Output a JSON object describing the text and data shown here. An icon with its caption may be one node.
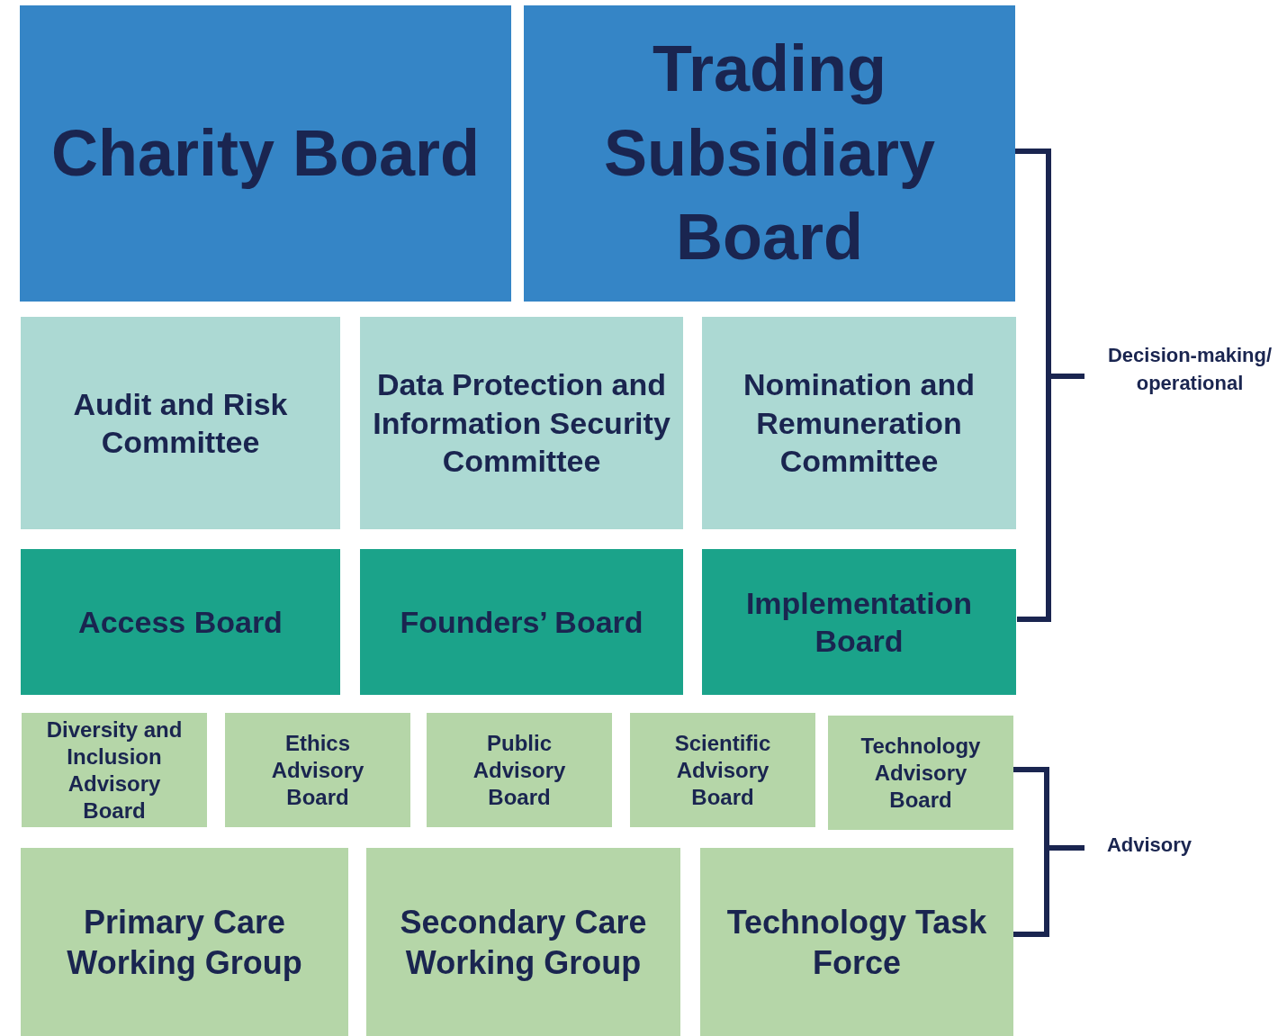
{
  "diagram": {
    "nodes": [
      {
        "text": [
          "Charity Board"
        ]
      },
      {
        "text": [
          "Trading Subsidiary Board"
        ]
      },
      {
        "text": [
          "Audit and Risk Committee"
        ]
      },
      {
        "text": [
          "Data Protection and Information Security Committee"
        ]
      },
      {
        "text": [
          "Nomination and Remuneration Committee"
        ]
      },
      {
        "text": [
          "Access Board"
        ]
      },
      {
        "text": [
          "Founders’ Board"
        ]
      },
      {
        "text": [
          "Implementation Board"
        ]
      },
      {
        "text": [
          "Diversity and Inclusion Advisory Board"
        ]
      },
      {
        "text": [
          "Ethics Advisory Board"
        ]
      },
      {
        "text": [
          "Public Advisory Board"
        ]
      },
      {
        "text": [
          "Scientific Advisory Board"
        ]
      },
      {
        "text": [
          "Technology Advisory Board"
        ]
      },
      {
        "text": [
          "Primary Care Working Group"
        ]
      },
      {
        "text": [
          "Secondary Care Working Group"
        ]
      },
      {
        "text": [
          "Technology Task Force"
        ]
      }
    ],
    "labels": [
      "Decision-making/ operational",
      "Advisory"
    ]
  }
}
